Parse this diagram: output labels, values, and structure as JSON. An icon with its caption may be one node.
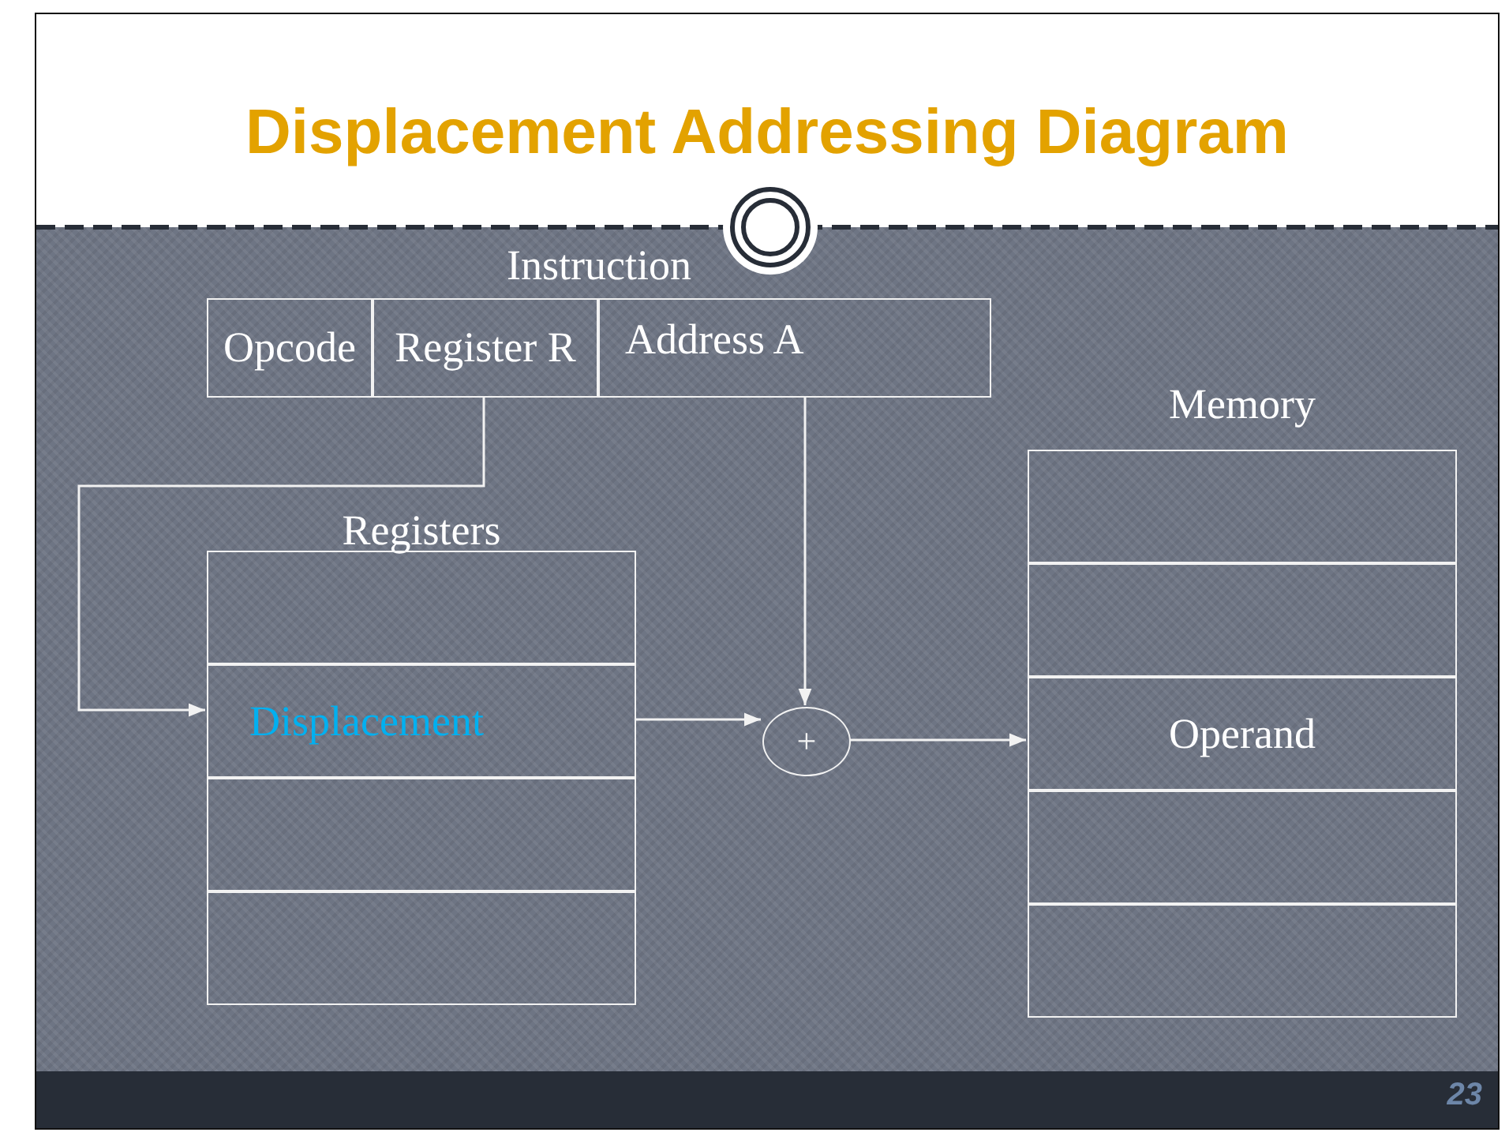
{
  "diagram": {
    "title": "Displacement Addressing Diagram",
    "nodes": [
      {
        "text": [
          "Instruction"
        ]
      },
      {
        "text": [
          "Opcode"
        ],
        "in": 0
      },
      {
        "text": [
          "Register R"
        ],
        "in": 0
      },
      {
        "text": [
          "Address A"
        ],
        "in": 0
      },
      {
        "text": [
          "Registers"
        ]
      },
      {
        "text": [],
        "shape": "box",
        "in": 4
      },
      {
        "text": [
          "Displacement"
        ],
        "in": 4
      },
      {
        "text": [],
        "shape": "box",
        "in": 4
      },
      {
        "text": [],
        "shape": "box",
        "in": 4
      },
      {
        "text": [
          "Memory"
        ]
      },
      {
        "text": [],
        "shape": "box",
        "in": 9
      },
      {
        "text": [],
        "shape": "box",
        "in": 9
      },
      {
        "text": [
          "Operand"
        ],
        "in": 9
      },
      {
        "text": [],
        "shape": "box",
        "in": 9
      },
      {
        "text": [],
        "shape": "box",
        "in": 9
      },
      {
        "text": [
          "+"
        ]
      }
    ],
    "edges": [
      {
        "from": 2,
        "to": 6,
        "arrow": "to"
      },
      {
        "from": 3,
        "to": 15,
        "arrow": "to"
      },
      {
        "from": 6,
        "to": 15,
        "arrow": "to"
      },
      {
        "from": 15,
        "to": 12,
        "arrow": "to"
      }
    ],
    "labels": [
      "23"
    ]
  }
}
